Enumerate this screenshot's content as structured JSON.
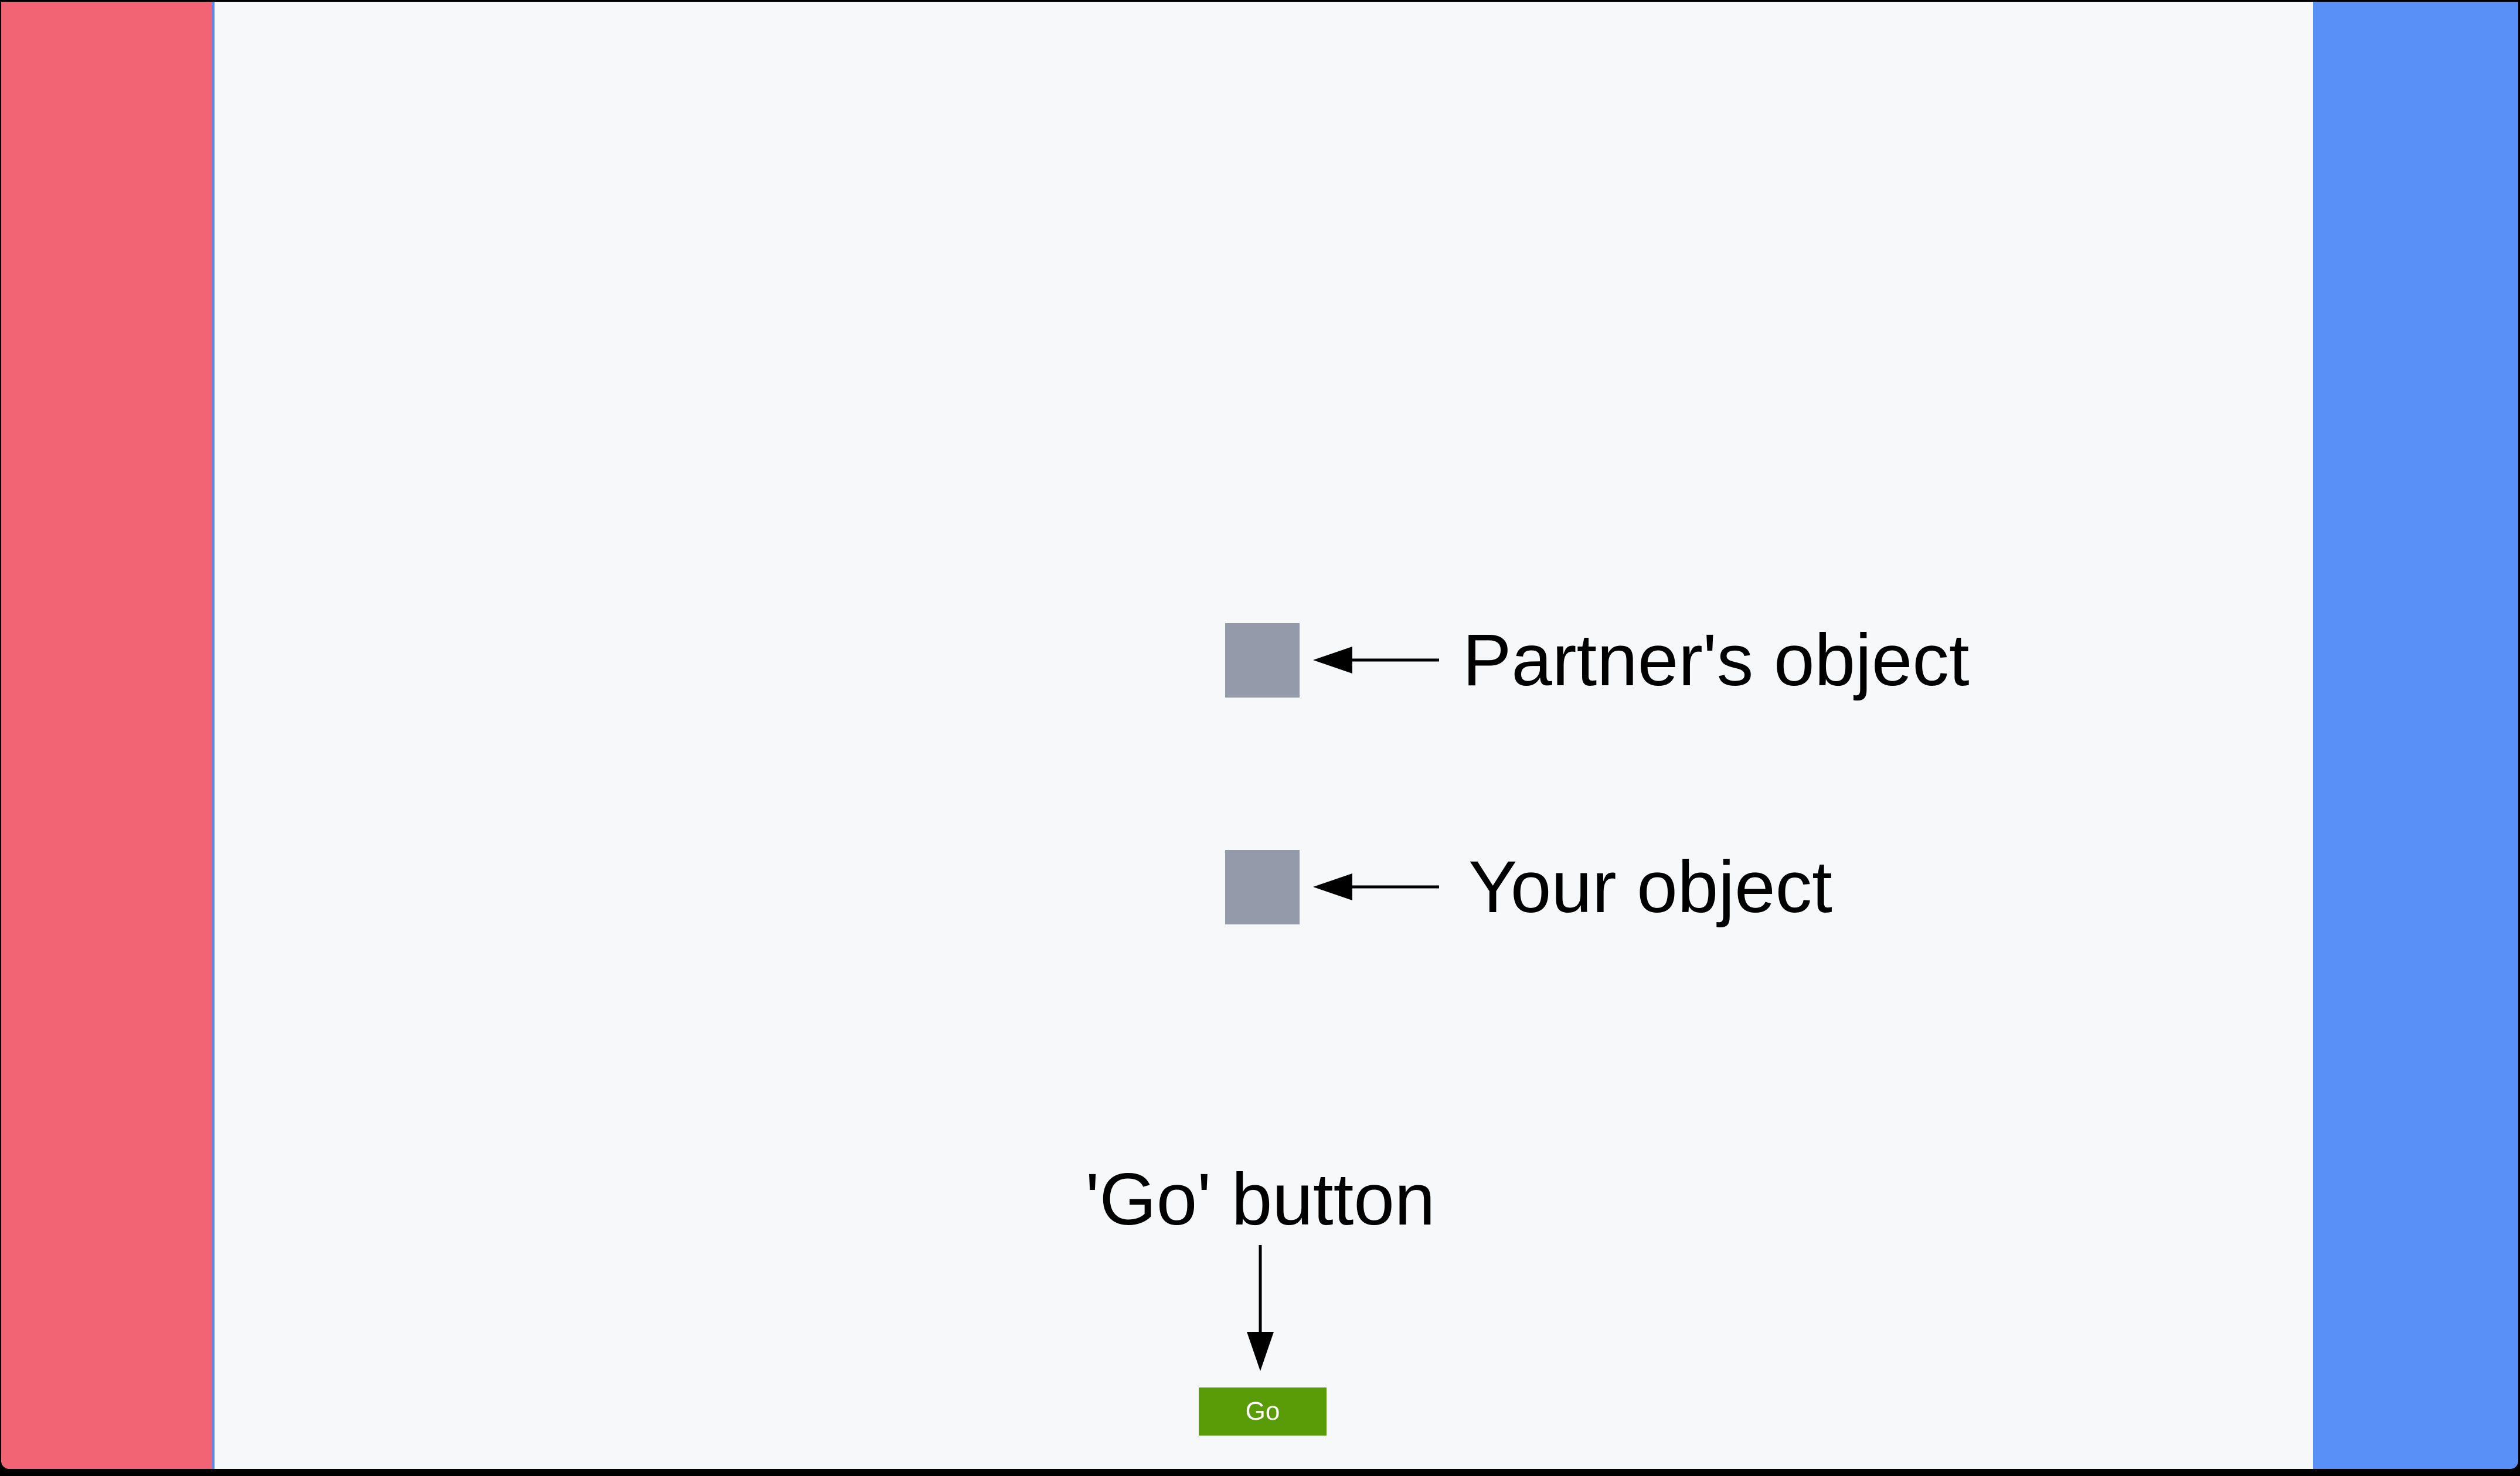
{
  "canvas": {
    "background": "#000000"
  },
  "viewport": {
    "background": "#f7f8fa"
  },
  "zones": {
    "red": {
      "color": "#f26474",
      "divider_color": "#568cf5"
    },
    "blue": {
      "color": "#5890f7"
    }
  },
  "objects": {
    "square_color": "#949aa9",
    "partner_label": "Partner's object",
    "your_label": "Your object"
  },
  "annotations": {
    "color": "#000000"
  },
  "go": {
    "label_text": "'Go' button",
    "button_label": "Go",
    "button_color": "#5a9b08",
    "button_text_color": "#ffffff"
  }
}
